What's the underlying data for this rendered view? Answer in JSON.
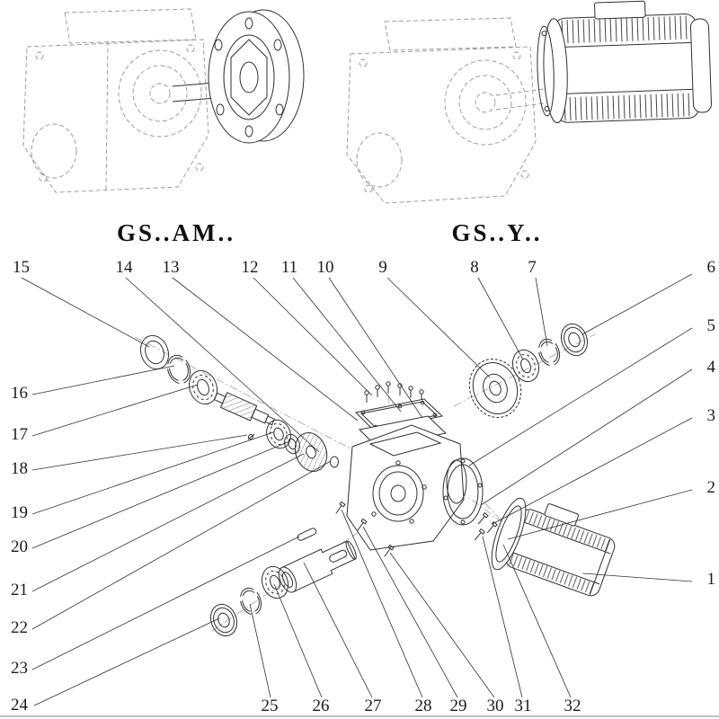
{
  "page": {
    "background": "#ffffff",
    "line_color": "#2f2f2f",
    "ghost_line_color": "#8f949b"
  },
  "variants": {
    "left": {
      "label": "GS..AM.."
    },
    "right": {
      "label": "GS..Y.."
    }
  },
  "callouts": [
    {
      "label": "1"
    },
    {
      "label": "2"
    },
    {
      "label": "3"
    },
    {
      "label": "4"
    },
    {
      "label": "5"
    },
    {
      "label": "6"
    },
    {
      "label": "7"
    },
    {
      "label": "8"
    },
    {
      "label": "9"
    },
    {
      "label": "10"
    },
    {
      "label": "11"
    },
    {
      "label": "12"
    },
    {
      "label": "13"
    },
    {
      "label": "14"
    },
    {
      "label": "15"
    },
    {
      "label": "16"
    },
    {
      "label": "17"
    },
    {
      "label": "18"
    },
    {
      "label": "19"
    },
    {
      "label": "20"
    },
    {
      "label": "21"
    },
    {
      "label": "22"
    },
    {
      "label": "23"
    },
    {
      "label": "24"
    },
    {
      "label": "25"
    },
    {
      "label": "26"
    },
    {
      "label": "27"
    },
    {
      "label": "28"
    },
    {
      "label": "29"
    },
    {
      "label": "30"
    },
    {
      "label": "31"
    },
    {
      "label": "32"
    }
  ]
}
